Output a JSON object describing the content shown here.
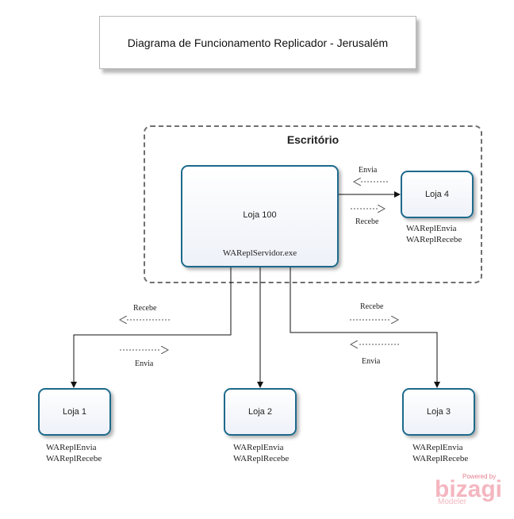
{
  "title": "Diagrama de Funcionamento Replicador - Jerusalém",
  "group": {
    "label": "Escritório"
  },
  "nodes": {
    "loja100": {
      "label": "Loja 100",
      "service": "WAReplServidor.exe"
    },
    "loja4": {
      "label": "Loja 4",
      "service_send": "WAReplEnvia",
      "service_receive": "WAReplRecebe"
    },
    "loja1": {
      "label": "Loja 1",
      "service_send": "WAReplEnvia",
      "service_receive": "WAReplRecebe"
    },
    "loja2": {
      "label": "Loja 2",
      "service_send": "WAReplEnvia",
      "service_receive": "WAReplRecebe"
    },
    "loja3": {
      "label": "Loja 3",
      "service_send": "WAReplEnvia",
      "service_receive": "WAReplRecebe"
    }
  },
  "flows": {
    "loja4_envia": "Envia",
    "loja4_recebe": "Recebe",
    "loja1_recebe": "Recebe",
    "loja1_envia": "Envia",
    "loja3_recebe": "Recebe",
    "loja3_envia": "Envia"
  },
  "watermark": {
    "powered": "Powered by",
    "brand": "bizagi",
    "product": "Modeler"
  }
}
